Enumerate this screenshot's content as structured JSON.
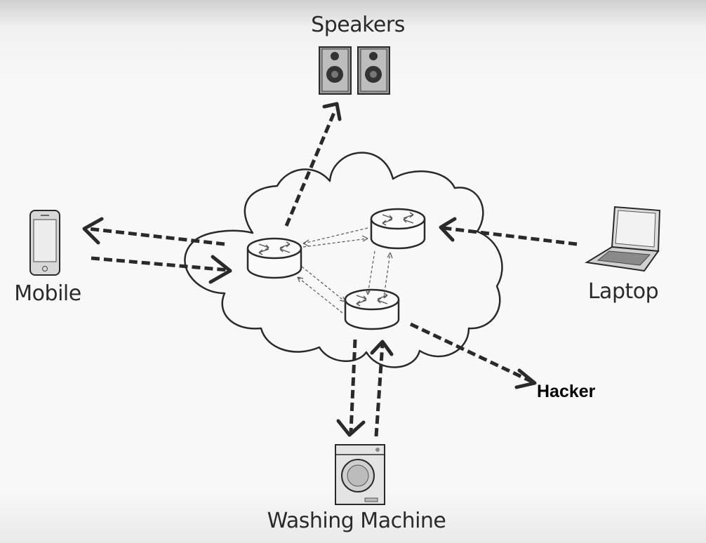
{
  "labels": {
    "speakers": "Speakers",
    "mobile": "Mobile",
    "laptop": "Laptop",
    "hacker": "Hacker",
    "washing_machine": "Washing Machine"
  },
  "nodes": [
    {
      "id": "speakers",
      "icon": "speakers-icon"
    },
    {
      "id": "mobile",
      "icon": "smartphone-icon"
    },
    {
      "id": "laptop",
      "icon": "laptop-icon"
    },
    {
      "id": "washing_machine",
      "icon": "washing-machine-icon"
    },
    {
      "id": "router_left",
      "icon": "router-icon"
    },
    {
      "id": "router_right",
      "icon": "router-icon"
    },
    {
      "id": "router_bottom",
      "icon": "router-icon"
    },
    {
      "id": "cloud",
      "icon": "cloud-network"
    }
  ],
  "edges": [
    {
      "from": "router_left",
      "to": "speakers"
    },
    {
      "from": "router_left",
      "to": "mobile"
    },
    {
      "from": "mobile",
      "to": "router_left"
    },
    {
      "from": "laptop",
      "to": "router_right"
    },
    {
      "from": "router_bottom",
      "to": "washing_machine"
    },
    {
      "from": "washing_machine",
      "to": "router_bottom"
    },
    {
      "from": "router_bottom",
      "to": "hacker"
    },
    {
      "from": "router_left",
      "to": "router_right"
    },
    {
      "from": "router_right",
      "to": "router_left"
    },
    {
      "from": "router_left",
      "to": "router_bottom"
    },
    {
      "from": "router_bottom",
      "to": "router_left"
    },
    {
      "from": "router_right",
      "to": "router_bottom"
    },
    {
      "from": "router_bottom",
      "to": "router_right"
    }
  ],
  "colors": {
    "ink": "#2a2a2a",
    "background": "#f8f8f8",
    "hacker_text": "#000000"
  }
}
